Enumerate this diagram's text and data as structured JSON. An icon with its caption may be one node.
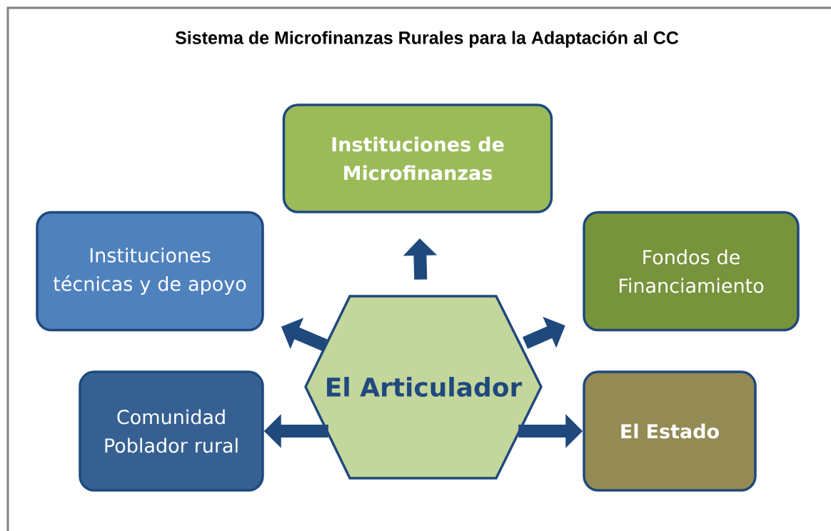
{
  "diagram": {
    "title": "Sistema de Microfinanzas Rurales para la Adaptación al CC",
    "nodes": [
      {
        "text": [
          "Instituciones de Microfinanzas"
        ]
      },
      {
        "text": [
          "Instituciones técnicas y de apoyo"
        ]
      },
      {
        "text": [
          "Fondos de Financiamiento"
        ]
      },
      {
        "text": [
          "El Articulador"
        ]
      },
      {
        "text": [
          "Comunidad Poblador rural"
        ]
      },
      {
        "text": [
          "El Estado"
        ]
      }
    ],
    "edges": [
      {
        "from": 3,
        "to": 0,
        "arrow": "to"
      },
      {
        "from": 3,
        "to": 1,
        "arrow": "to"
      },
      {
        "from": 3,
        "to": 2,
        "arrow": "to"
      },
      {
        "from": 3,
        "to": 4,
        "arrow": "to"
      },
      {
        "from": 3,
        "to": 5,
        "arrow": "to"
      }
    ]
  }
}
